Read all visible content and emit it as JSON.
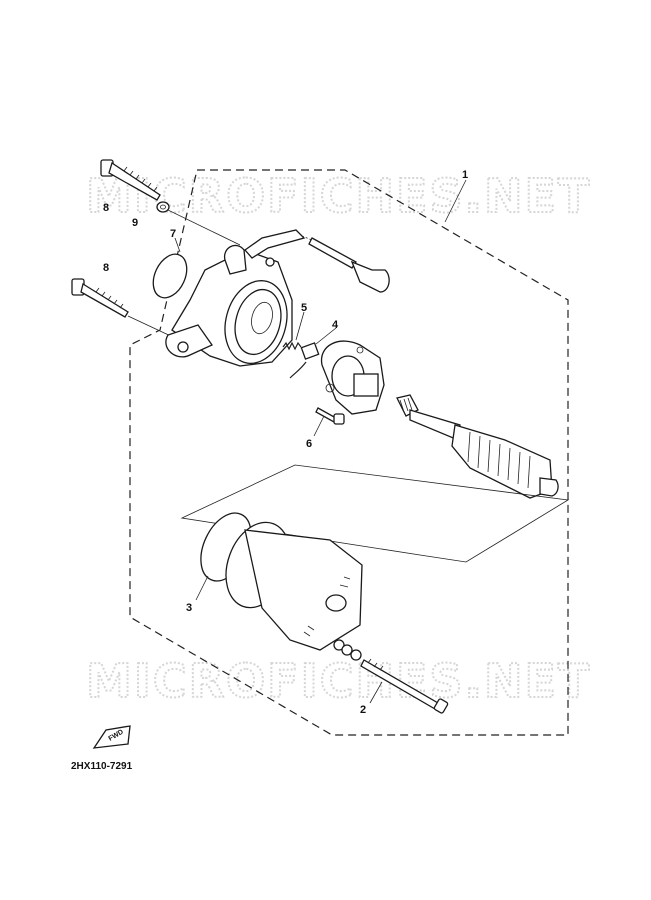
{
  "watermark": {
    "text_top": "MICROFICHES.NET",
    "text_bottom": "MICROFICHES.NET"
  },
  "diagram": {
    "code": "2HX110-7291",
    "fwd_label": "FWD"
  },
  "callouts": [
    {
      "id": "1",
      "label": "1"
    },
    {
      "id": "2",
      "label": "2"
    },
    {
      "id": "3",
      "label": "3"
    },
    {
      "id": "4",
      "label": "4"
    },
    {
      "id": "5",
      "label": "5"
    },
    {
      "id": "6",
      "label": "6"
    },
    {
      "id": "7",
      "label": "7"
    },
    {
      "id": "8a",
      "label": "8"
    },
    {
      "id": "8b",
      "label": "8"
    },
    {
      "id": "9",
      "label": "9"
    }
  ]
}
